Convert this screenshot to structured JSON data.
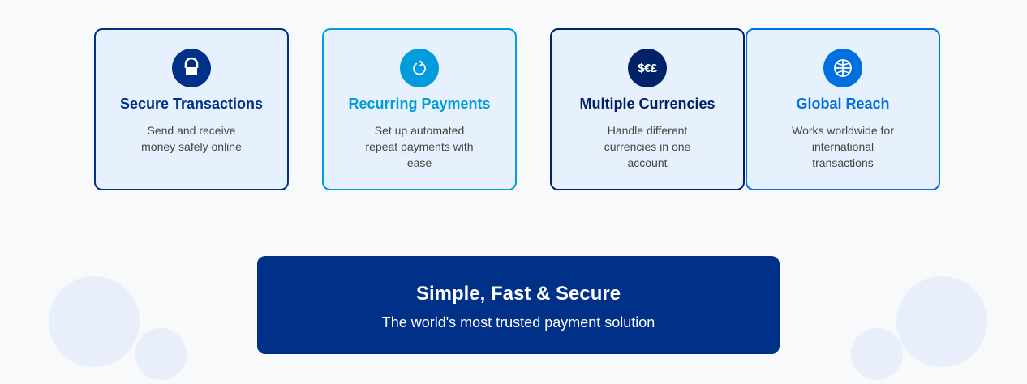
{
  "colors": {
    "navy": "#003087",
    "sky": "#009cde",
    "blue": "#0070e0",
    "deep_navy": "#012169",
    "card_background": "#e6f1fd",
    "page_background": "#f8f9fa"
  },
  "features": [
    {
      "title": "Secure Transactions",
      "description": "Send and receive money safely online",
      "icon": "lock-icon",
      "accent": "#003087"
    },
    {
      "title": "Recurring Payments",
      "description": "Set up automated repeat payments with ease",
      "icon": "recurring-icon",
      "accent": "#009cde"
    },
    {
      "title": "Multiple Currencies",
      "description": "Handle different currencies in one account",
      "icon": "currency-icon",
      "icon_text": "$€£",
      "accent": "#012169"
    },
    {
      "title": "Global Reach",
      "description": "Works worldwide for international transactions",
      "icon": "globe-icon",
      "accent": "#0070e0"
    }
  ],
  "banner": {
    "title": "Simple, Fast & Secure",
    "subtitle": "The world's most trusted payment solution"
  }
}
